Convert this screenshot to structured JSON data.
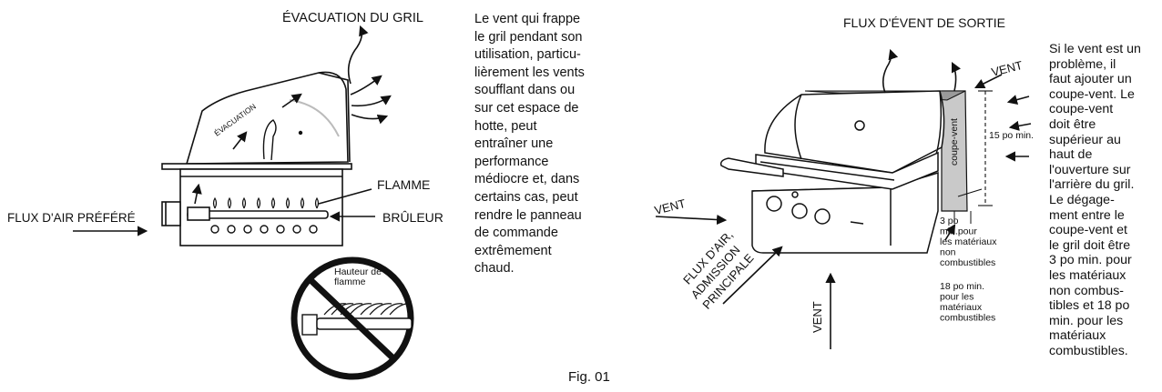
{
  "left_diagram": {
    "exhaust_title": "ÉVACUATION DU GRIL",
    "exhaust_small": "ÉVACUATION",
    "flame": "FLAMME",
    "burner": "BRÛLEUR",
    "preferred_airflow": "FLUX D'AIR PRÉFÉRÉ",
    "flame_height": "Hauteur de\nflamme"
  },
  "left_paragraph": "Le vent qui frappe\nle gril pendant son\nutilisation, particu-\nlièrement les vents\nsoufflant dans ou\nsur cet espace de\nhotte, peut\nentraîner une\nperformance\nmédiocre et, dans\ncertains cas, peut\nrendre le panneau\nde commande\nextrêmement\nchaud.",
  "right_diagram": {
    "exit_flow": "FLUX D'ÉVENT DE SORTIE",
    "wind_top": "VENT",
    "wind_left": "VENT",
    "wind_bottom": "VENT",
    "windbreak": "coupe-vent",
    "min_15": "15 po min.",
    "min_3": "3 po\nmin.pour\nles matériaux\nnon\ncombustibles",
    "min_18": "18 po min.\npour les\nmatériaux\ncombustibles",
    "main_air_line1": "FLUX D'AIR,",
    "main_air_line2": "ADMISSION",
    "main_air_line3": "PRINCIPALE"
  },
  "right_paragraph": "Si le vent est un\nproblème, il\nfaut ajouter un\ncoupe-vent. Le\ncoupe-vent\ndoit être\nsupérieur au\nhaut de\nl'ouverture sur\nl'arrière du gril.\nLe dégage-\nment entre le\ncoupe-vent et\nle gril doit être\n3 po min. pour\nles matériaux\nnon combus-\ntibles et 18 po\nmin. pour les\nmatériaux\ncombustibles.",
  "figure_label": "Fig. 01"
}
